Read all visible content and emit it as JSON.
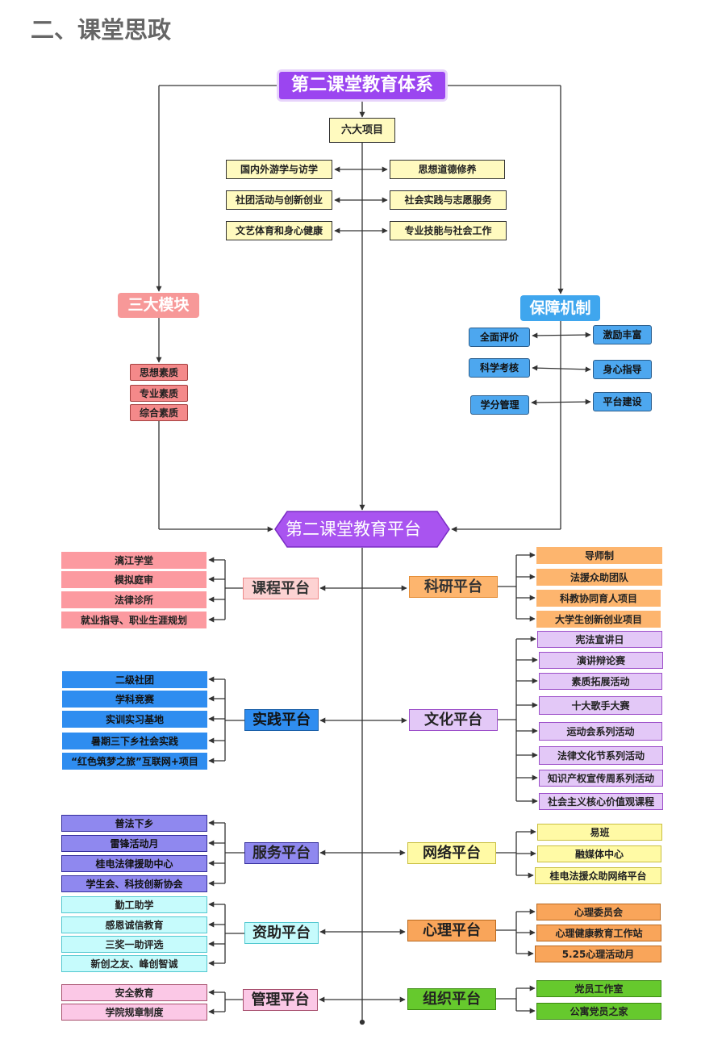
{
  "heading": "二、课堂思政",
  "top": "第二课堂教育体系",
  "six": {
    "title": "六大项目",
    "left": [
      "国内外游学与访学",
      "社团活动与创新创业",
      "文艺体育和身心健康"
    ],
    "right": [
      "思想道德修养",
      "社会实践与志愿服务",
      "专业技能与社会工作"
    ]
  },
  "modules": {
    "title": "三大模块",
    "items": [
      "思想素质",
      "专业素质",
      "综合素质"
    ]
  },
  "mechanism": {
    "title": "保障机制",
    "left": [
      "全面评价",
      "科学考核",
      "学分管理"
    ],
    "right": [
      "激励丰富",
      "身心指导",
      "平台建设"
    ]
  },
  "platform": "第二课堂教育平台",
  "platforms": {
    "course": {
      "title": "课程平台",
      "items": [
        "漓江学堂",
        "模拟庭审",
        "法律诊所",
        "就业指导、职业生涯规划"
      ]
    },
    "research": {
      "title": "科研平台",
      "items": [
        "导师制",
        "法援众助团队",
        "科教协同育人项目",
        "大学生创新创业项目"
      ]
    },
    "practice": {
      "title": "实践平台",
      "items": [
        "二级社团",
        "学科竞赛",
        "实训实习基地",
        "暑期三下乡社会实践",
        "“红色筑梦之旅”互联网+项目"
      ]
    },
    "culture": {
      "title": "文化平台",
      "items": [
        "宪法宣讲日",
        "演讲辩论赛",
        "素质拓展活动",
        "十大歌手大赛",
        "运动会系列活动",
        "法律文化节系列活动",
        "知识产权宣传周系列活动",
        "社会主义核心价值观课程"
      ]
    },
    "service": {
      "title": "服务平台",
      "items": [
        "普法下乡",
        "雷锋活动月",
        "桂电法律援助中心",
        "学生会、科技创新协会"
      ]
    },
    "network": {
      "title": "网络平台",
      "items": [
        "易班",
        "融媒体中心",
        "桂电法援众助网络平台"
      ]
    },
    "aid": {
      "title": "资助平台",
      "items": [
        "勤工助学",
        "感恩诚信教育",
        "三奖一助评选",
        "新创之友、峰创智诚"
      ]
    },
    "psych": {
      "title": "心理平台",
      "items": [
        "心理委员会",
        "心理健康教育工作站",
        "5.25心理活动月"
      ]
    },
    "manage": {
      "title": "管理平台",
      "items": [
        "安全教育",
        "学院规章制度"
      ]
    },
    "org": {
      "title": "组织平台",
      "items": [
        "党员工作室",
        "公寓党员之家"
      ]
    }
  }
}
